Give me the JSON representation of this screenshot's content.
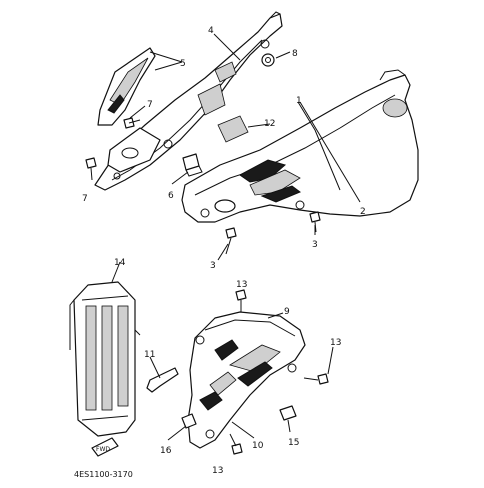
{
  "diagram": {
    "code": "4ES1100-3170",
    "fwd_label": "FWD",
    "callouts": [
      {
        "id": "c1",
        "text": "1"
      },
      {
        "id": "c2",
        "text": "2"
      },
      {
        "id": "c3a",
        "text": "3"
      },
      {
        "id": "c3b",
        "text": "3"
      },
      {
        "id": "c4",
        "text": "4"
      },
      {
        "id": "c5",
        "text": "5"
      },
      {
        "id": "c6",
        "text": "6"
      },
      {
        "id": "c7a",
        "text": "7"
      },
      {
        "id": "c7b",
        "text": "7"
      },
      {
        "id": "c8",
        "text": "8"
      },
      {
        "id": "c9",
        "text": "9"
      },
      {
        "id": "c10",
        "text": "10"
      },
      {
        "id": "c11",
        "text": "11"
      },
      {
        "id": "c12",
        "text": "12"
      },
      {
        "id": "c13a",
        "text": "13"
      },
      {
        "id": "c13b",
        "text": "13"
      },
      {
        "id": "c13c",
        "text": "13"
      },
      {
        "id": "c14",
        "text": "14"
      },
      {
        "id": "c15",
        "text": "15"
      },
      {
        "id": "c16",
        "text": "16"
      }
    ]
  }
}
